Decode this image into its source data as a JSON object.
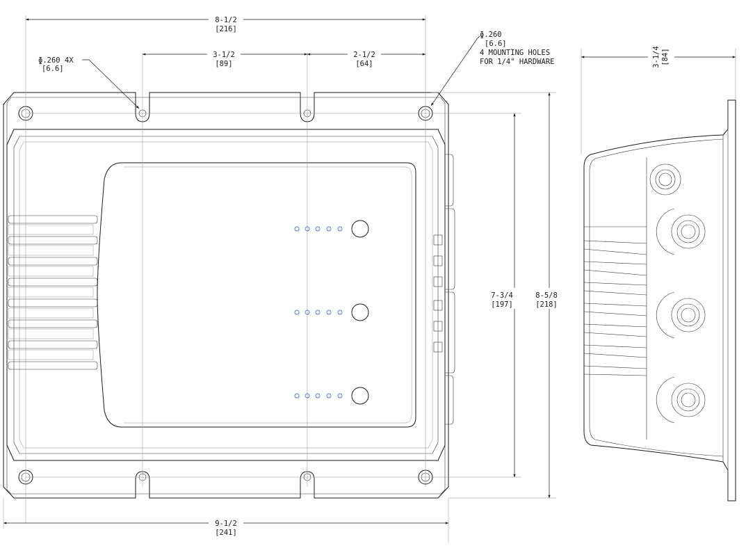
{
  "dimensions": {
    "overall_width": {
      "imperial": "8-1/2",
      "metric": "[216]"
    },
    "hole_spacing_a": {
      "imperial": "3-1/2",
      "metric": "[89]"
    },
    "hole_spacing_b": {
      "imperial": "2-1/2",
      "metric": "[64]"
    },
    "base_width": {
      "imperial": "9-1/2",
      "metric": "[241]"
    },
    "hole_vertical": {
      "imperial": "7-3/4",
      "metric": "[197]"
    },
    "overall_height": {
      "imperial": "8-5/8",
      "metric": "[218]"
    },
    "depth": {
      "imperial": "3-1/4",
      "metric": "[84]"
    }
  },
  "callouts": {
    "hole_left": {
      "line1": "ɸ.260 4X",
      "line2": "[6.6]"
    },
    "hole_right": {
      "line1": "ɸ.260",
      "line2": "[6.6]",
      "line3": "4 MOUNTING HOLES",
      "line4": "FOR 1/4\" HARDWARE"
    }
  },
  "colors": {
    "line": "#1a1a1a",
    "led": "#5b6fd6",
    "background": "#ffffff"
  }
}
